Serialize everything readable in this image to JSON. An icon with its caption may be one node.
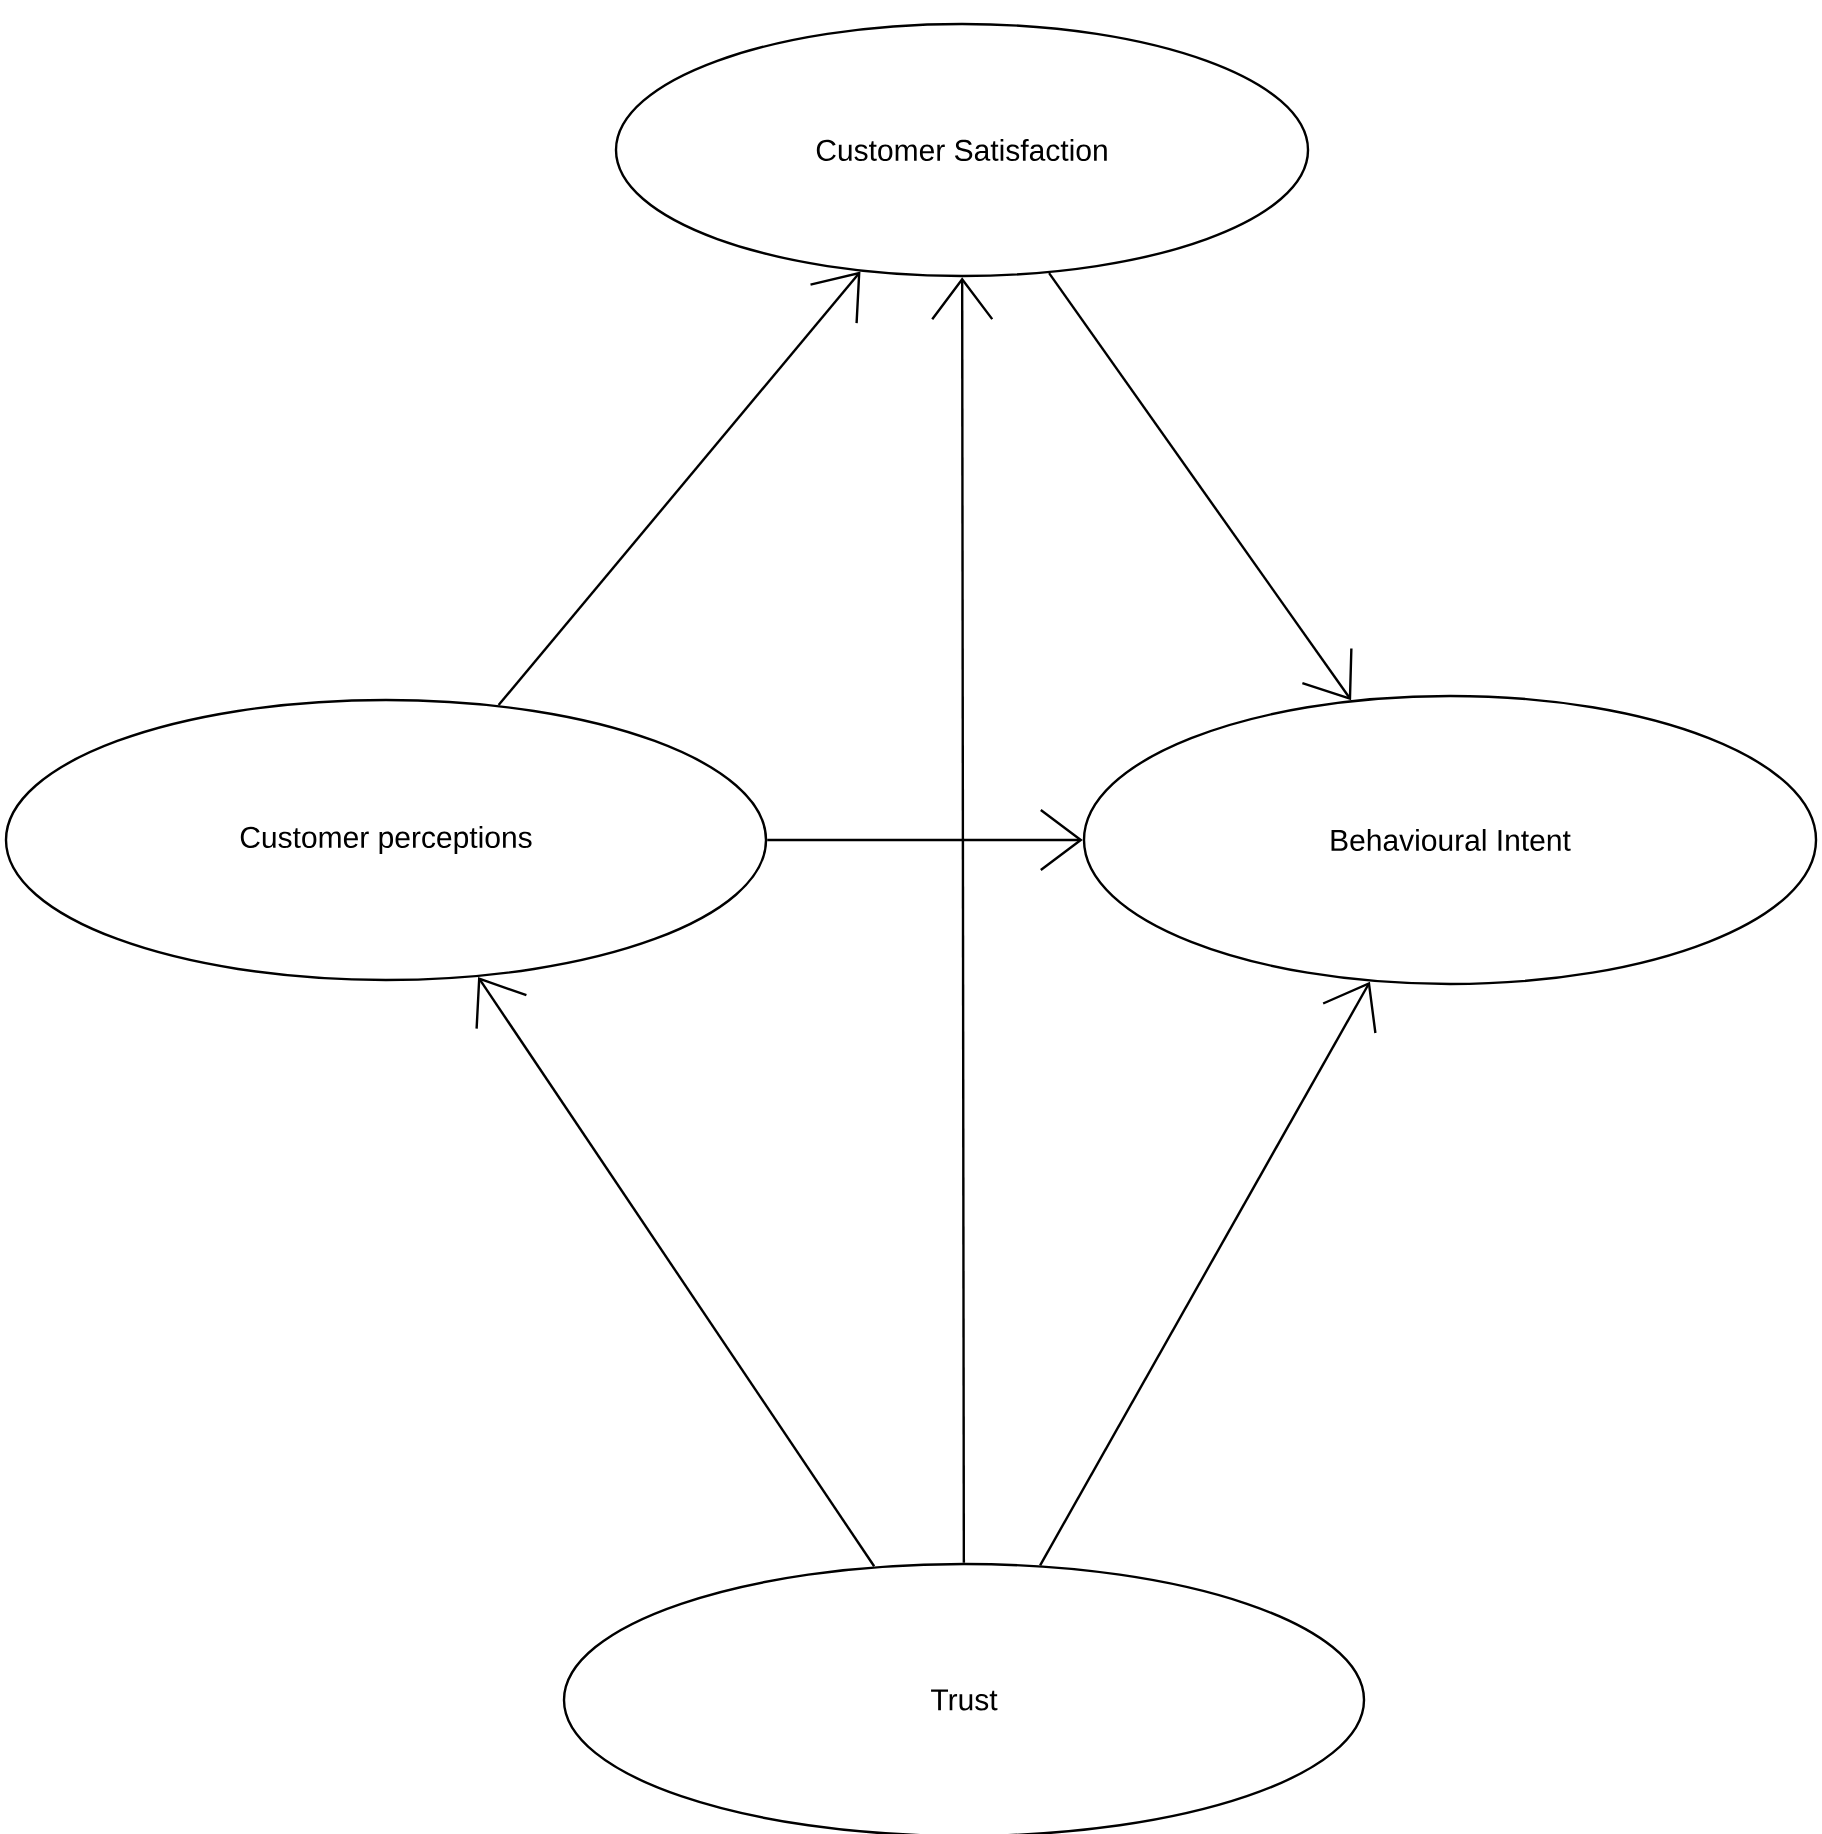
{
  "diagram": {
    "nodes": [
      {
        "text": [
          "Customer Satisfaction"
        ]
      },
      {
        "text": [
          "Customer perceptions"
        ]
      },
      {
        "text": [
          "Behavioural Intent"
        ]
      },
      {
        "text": [
          "Trust"
        ]
      }
    ],
    "edges": [
      {
        "from": 1,
        "to": 0,
        "arrow": "to"
      },
      {
        "from": 0,
        "to": 2,
        "arrow": "to"
      },
      {
        "from": 1,
        "to": 2,
        "arrow": "to"
      },
      {
        "from": 3,
        "to": 1,
        "arrow": "to"
      },
      {
        "from": 3,
        "to": 0,
        "arrow": "to"
      },
      {
        "from": 3,
        "to": 2,
        "arrow": "to"
      }
    ]
  }
}
